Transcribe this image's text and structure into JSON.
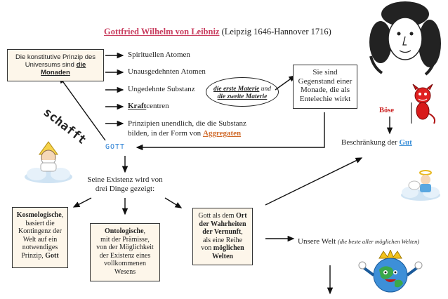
{
  "title": {
    "name": "Gottfried Wilhelm von Leibniz",
    "rest": " (Leipzig 1646-Hannover 1716)"
  },
  "principle_box": {
    "line1": "Die konstitutive Prinzip des",
    "line2": "Universums sind ",
    "line2b": "die",
    "line3": "Monaden"
  },
  "schafft": "schafft",
  "list": [
    {
      "text": "Spirituellen Atomen"
    },
    {
      "text": "Unausgedehnten Atomen"
    },
    {
      "text": "Ungedehnte Substanz"
    },
    {
      "text": "Kraft",
      "suffix": "centren"
    },
    {
      "line1": "Prinzipien unendlich, die die Substanz",
      "line2a": "bilden, in der Form von ",
      "line2b": "Aggregaten"
    }
  ],
  "ellipse": {
    "line1a": "die erste Materie",
    "line1b": " und",
    "line2": "die zweite Materie"
  },
  "monade_box": {
    "line1": "Sie sind",
    "line2": "Gegenstand einer",
    "line3": "Monade, die als",
    "line4": "Entelechie wirkt"
  },
  "gott_label": "GOTT",
  "boese": "Böse",
  "beschraenkung": {
    "text": "Beschränkung der ",
    "gut": "Gut"
  },
  "existence": {
    "line1": "Seine Existenz wird von",
    "line2": "drei Dinge gezeigt:"
  },
  "kosmo_box": {
    "line1a": "Kosmologische",
    "line1b": ",",
    "line2": "basiert die",
    "line3": "Kontingenz der",
    "line4": "Welt auf ein",
    "line5": "notwendiges",
    "line6a": "Prinzip, ",
    "line6b": "Gott"
  },
  "onto_box": {
    "line1a": "Ontologische",
    "line1b": ",",
    "line2": "mit der Prämisse,",
    "line3": "von der Möglichkeit",
    "line4": "der Existenz eines",
    "line5": "vollkommenen",
    "line6": "Wesens"
  },
  "ort_box": {
    "line1a": "Gott als dem ",
    "line1b": "Ort",
    "line2": "der Wahrheiten",
    "line3": "der Vernunft",
    "line3b": ",",
    "line4": "als eine Reihe",
    "line5a": "von ",
    "line5b": "möglichen",
    "line6": "Welten"
  },
  "welt": {
    "text": "Unsere Welt ",
    "note": "(die beste aller möglichen Welten)"
  },
  "colors": {
    "title_name": "#c83c5e",
    "aggregaten": "#d06a2a",
    "boese": "#cc2222",
    "gut": "#3a8fd8",
    "box_fill": "#fdf6ea",
    "gott": "#2a7fd4"
  },
  "illustrations": [
    "leibniz-portrait-icon",
    "god-on-cloud-icon",
    "devil-icon",
    "angel-on-cloud-icon",
    "globe-with-crown-icon"
  ]
}
